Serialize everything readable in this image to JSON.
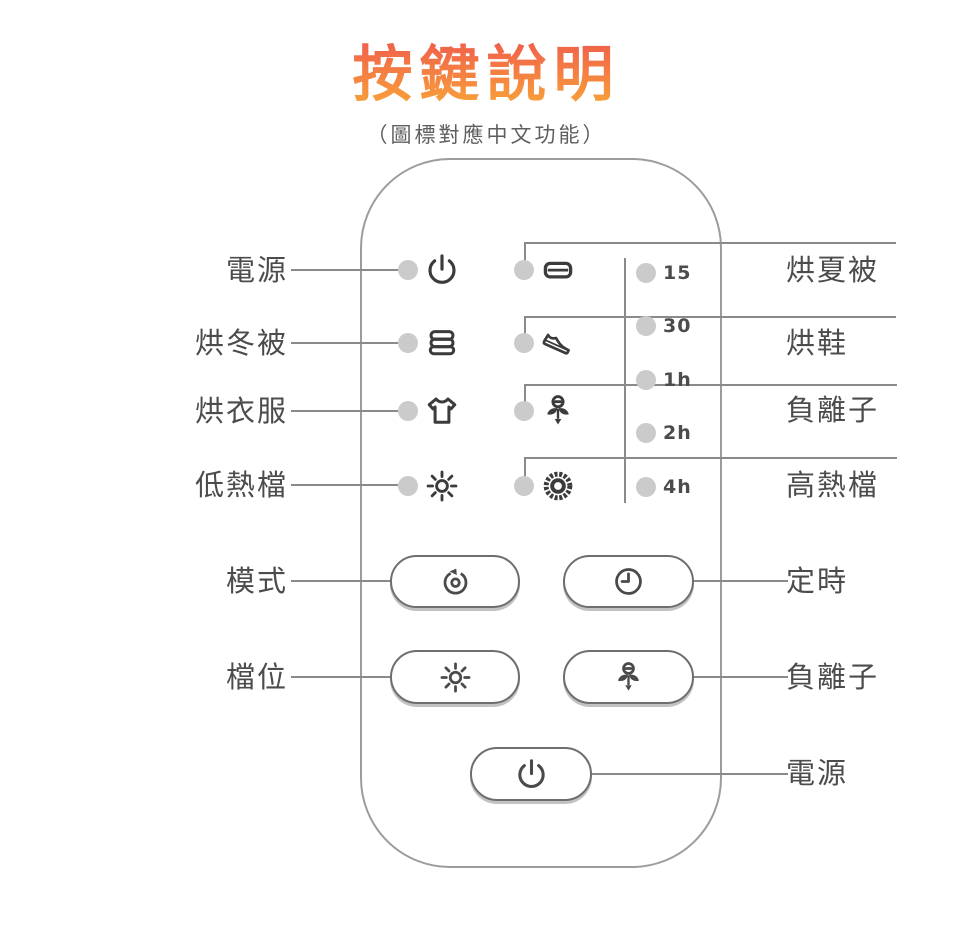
{
  "header": {
    "title": "按鍵說明",
    "subtitle": "（圖標對應中文功能）"
  },
  "colors": {
    "title_gradient_top": "#ef574e",
    "title_gradient_bottom": "#f89e3a",
    "label_text": "#4c4c4c",
    "connector_line": "#8a8a8a",
    "indicator_dot": "#cbcbcb",
    "icon": "#3b3b3b",
    "remote_border": "#9c9c9c"
  },
  "panel": {
    "rows": [
      {
        "left_label": "電源",
        "left_icon": "power-icon",
        "right_icon": "quilt-thin-icon",
        "right_label": "烘夏被"
      },
      {
        "left_label": "烘冬被",
        "left_icon": "quilt-stack-icon",
        "right_icon": "shoe-icon",
        "right_label": "烘鞋"
      },
      {
        "left_label": "烘衣服",
        "left_icon": "shirt-icon",
        "right_icon": "ion-icon",
        "right_label": "負離子"
      },
      {
        "left_label": "低熱檔",
        "left_icon": "sun-low-icon",
        "right_icon": "sun-high-icon",
        "right_label": "高熱檔"
      }
    ],
    "timer": {
      "items": [
        "15",
        "30",
        "1h",
        "2h",
        "4h"
      ]
    },
    "buttons": {
      "mode": {
        "label": "模式",
        "icon": "cycle-icon"
      },
      "timer": {
        "label": "定時",
        "icon": "clock-icon"
      },
      "level": {
        "label": "檔位",
        "icon": "sun-icon"
      },
      "ion": {
        "label": "負離子",
        "icon": "ion-icon"
      },
      "power": {
        "label": "電源",
        "icon": "power-icon"
      }
    }
  }
}
